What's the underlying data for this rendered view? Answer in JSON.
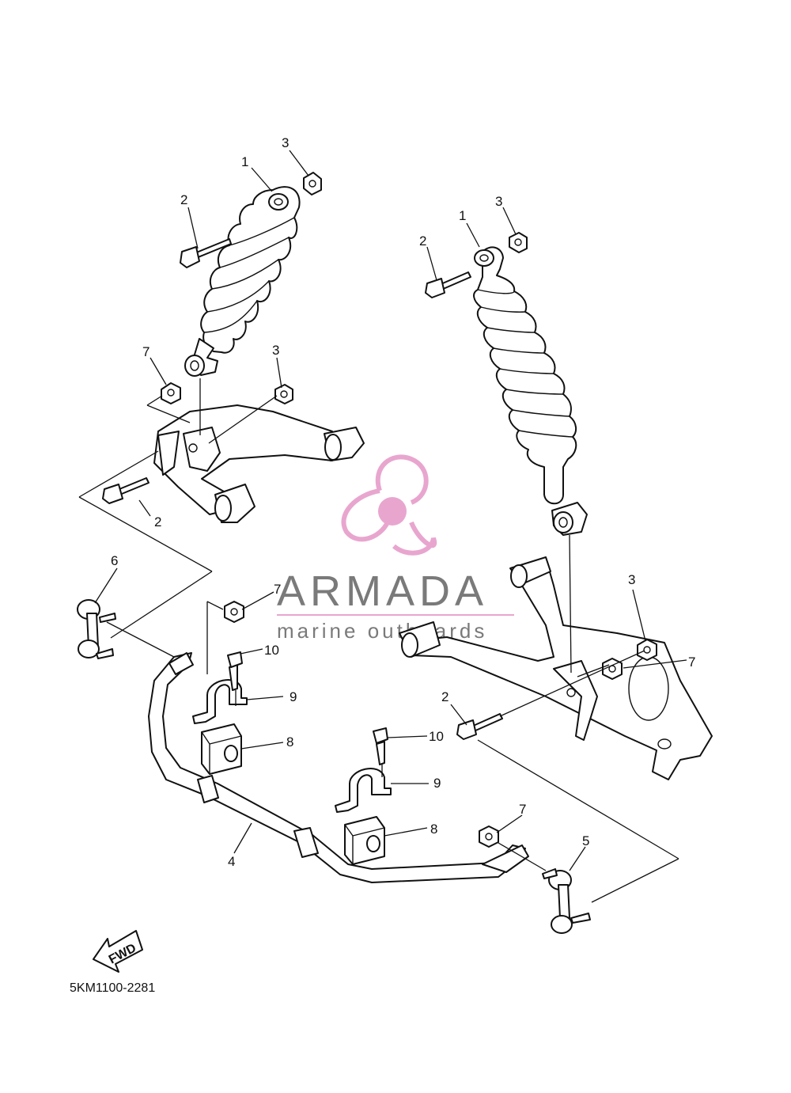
{
  "diagram": {
    "catalog_code": "5KM1100-2281",
    "fwd_label": "FWD",
    "callouts": [
      {
        "id": "c-1a",
        "text": "1"
      },
      {
        "id": "c-2a",
        "text": "2"
      },
      {
        "id": "c-3a",
        "text": "3"
      },
      {
        "id": "c-7a",
        "text": "7"
      },
      {
        "id": "c-3b",
        "text": "3"
      },
      {
        "id": "c-2b",
        "text": "2"
      },
      {
        "id": "c-6",
        "text": "6"
      },
      {
        "id": "c-7b",
        "text": "7"
      },
      {
        "id": "c-10a",
        "text": "10"
      },
      {
        "id": "c-9a",
        "text": "9"
      },
      {
        "id": "c-8a",
        "text": "8"
      },
      {
        "id": "c-4",
        "text": "4"
      },
      {
        "id": "c-1c",
        "text": "1"
      },
      {
        "id": "c-2c",
        "text": "2"
      },
      {
        "id": "c-3c",
        "text": "3"
      },
      {
        "id": "c-3d",
        "text": "3"
      },
      {
        "id": "c-7c",
        "text": "7"
      },
      {
        "id": "c-2d",
        "text": "2"
      },
      {
        "id": "c-10b",
        "text": "10"
      },
      {
        "id": "c-9b",
        "text": "9"
      },
      {
        "id": "c-8b",
        "text": "8"
      },
      {
        "id": "c-7d",
        "text": "7"
      },
      {
        "id": "c-5",
        "text": "5"
      }
    ]
  },
  "watermark": {
    "title": "ARMADA",
    "subtitle": "marine outboards",
    "logo_color": "#e8a6cf",
    "text_color": "#7a7a7a"
  }
}
